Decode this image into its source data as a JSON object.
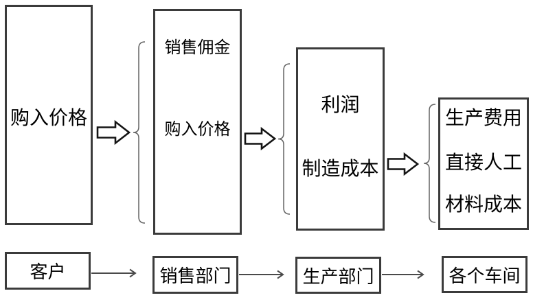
{
  "top_row": {
    "box1": {
      "lines": [
        "购入价格"
      ]
    },
    "box2": {
      "lines": [
        "销售佣金",
        "购入价格"
      ]
    },
    "box3": {
      "lines": [
        "利润",
        "制造成本"
      ]
    },
    "box4": {
      "lines": [
        "生产费用",
        "直接人工",
        "材料成本"
      ]
    }
  },
  "bottom_row": {
    "box1": {
      "label": "客户"
    },
    "box2": {
      "label": "销售部门"
    },
    "box3": {
      "label": "生产部门"
    },
    "box4": {
      "label": "各个车间"
    }
  },
  "icons": {
    "block_arrow": "⇨",
    "brace": "{",
    "flow_arrow": "→"
  },
  "colors": {
    "background": "#ffffff",
    "box_border": "#3b3b3b",
    "brace_stroke": "#636363",
    "block_arrow_stroke": "#141414",
    "block_arrow_fill": "#ffffff",
    "flow_arrow_stroke": "#4a4a4a",
    "text": "#000000"
  }
}
